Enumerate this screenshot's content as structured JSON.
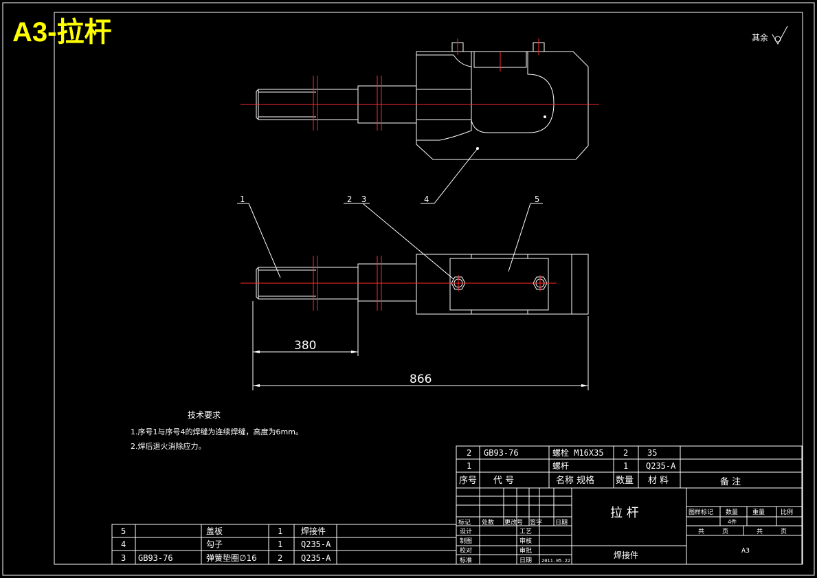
{
  "sheet_title": "A3-拉杆",
  "roughness_note": "其余",
  "dimensions": {
    "short": "380",
    "overall": "866"
  },
  "balloons": [
    "1",
    "2",
    "3",
    "4",
    "5"
  ],
  "tech_requirements": {
    "heading": "技术要求",
    "items": [
      "1.序号1与序号4的焊缝为连续焊缝，高度为6mm。",
      "2.焊后退火消除应力。"
    ]
  },
  "bom_top": {
    "rows": [
      {
        "no": "2",
        "code": "GB93-76",
        "name": "螺栓 M16X35",
        "qty": "2",
        "material": "35",
        "note": ""
      },
      {
        "no": "1",
        "code": "",
        "name": "螺杆",
        "qty": "1",
        "material": "Q235-A",
        "note": ""
      }
    ],
    "header": {
      "no": "序号",
      "code": "代 号",
      "name": "名称 规格",
      "qty": "数量",
      "material": "材 料",
      "note": "备 注"
    }
  },
  "bom_left": {
    "rows": [
      {
        "no": "5",
        "code": "",
        "name": "盖板",
        "qty": "1",
        "material": "焊接件"
      },
      {
        "no": "4",
        "code": "",
        "name": "勾子",
        "qty": "1",
        "material": "Q235-A"
      },
      {
        "no": "3",
        "code": "GB93-76",
        "name": "弹簧垫圈∅16",
        "qty": "2",
        "material": "Q235-A"
      }
    ]
  },
  "title_block": {
    "part_name": "拉 杆",
    "part_type": "焊接件",
    "sign_header": [
      "标记",
      "处数",
      "更改号",
      "签字",
      "日期"
    ],
    "roles_left": [
      "设计",
      "制图",
      "校对",
      "标准"
    ],
    "roles_right": [
      "工艺",
      "审核",
      "审批",
      "日期"
    ],
    "date": "2011.05.22",
    "info_header": [
      "图样标记",
      "数量",
      "重量",
      "比例"
    ],
    "quantity": "4件",
    "sheets_total": "共",
    "sheet_page": "页",
    "sheet_no": "共",
    "sheet_page2": "页",
    "format": "A3"
  }
}
